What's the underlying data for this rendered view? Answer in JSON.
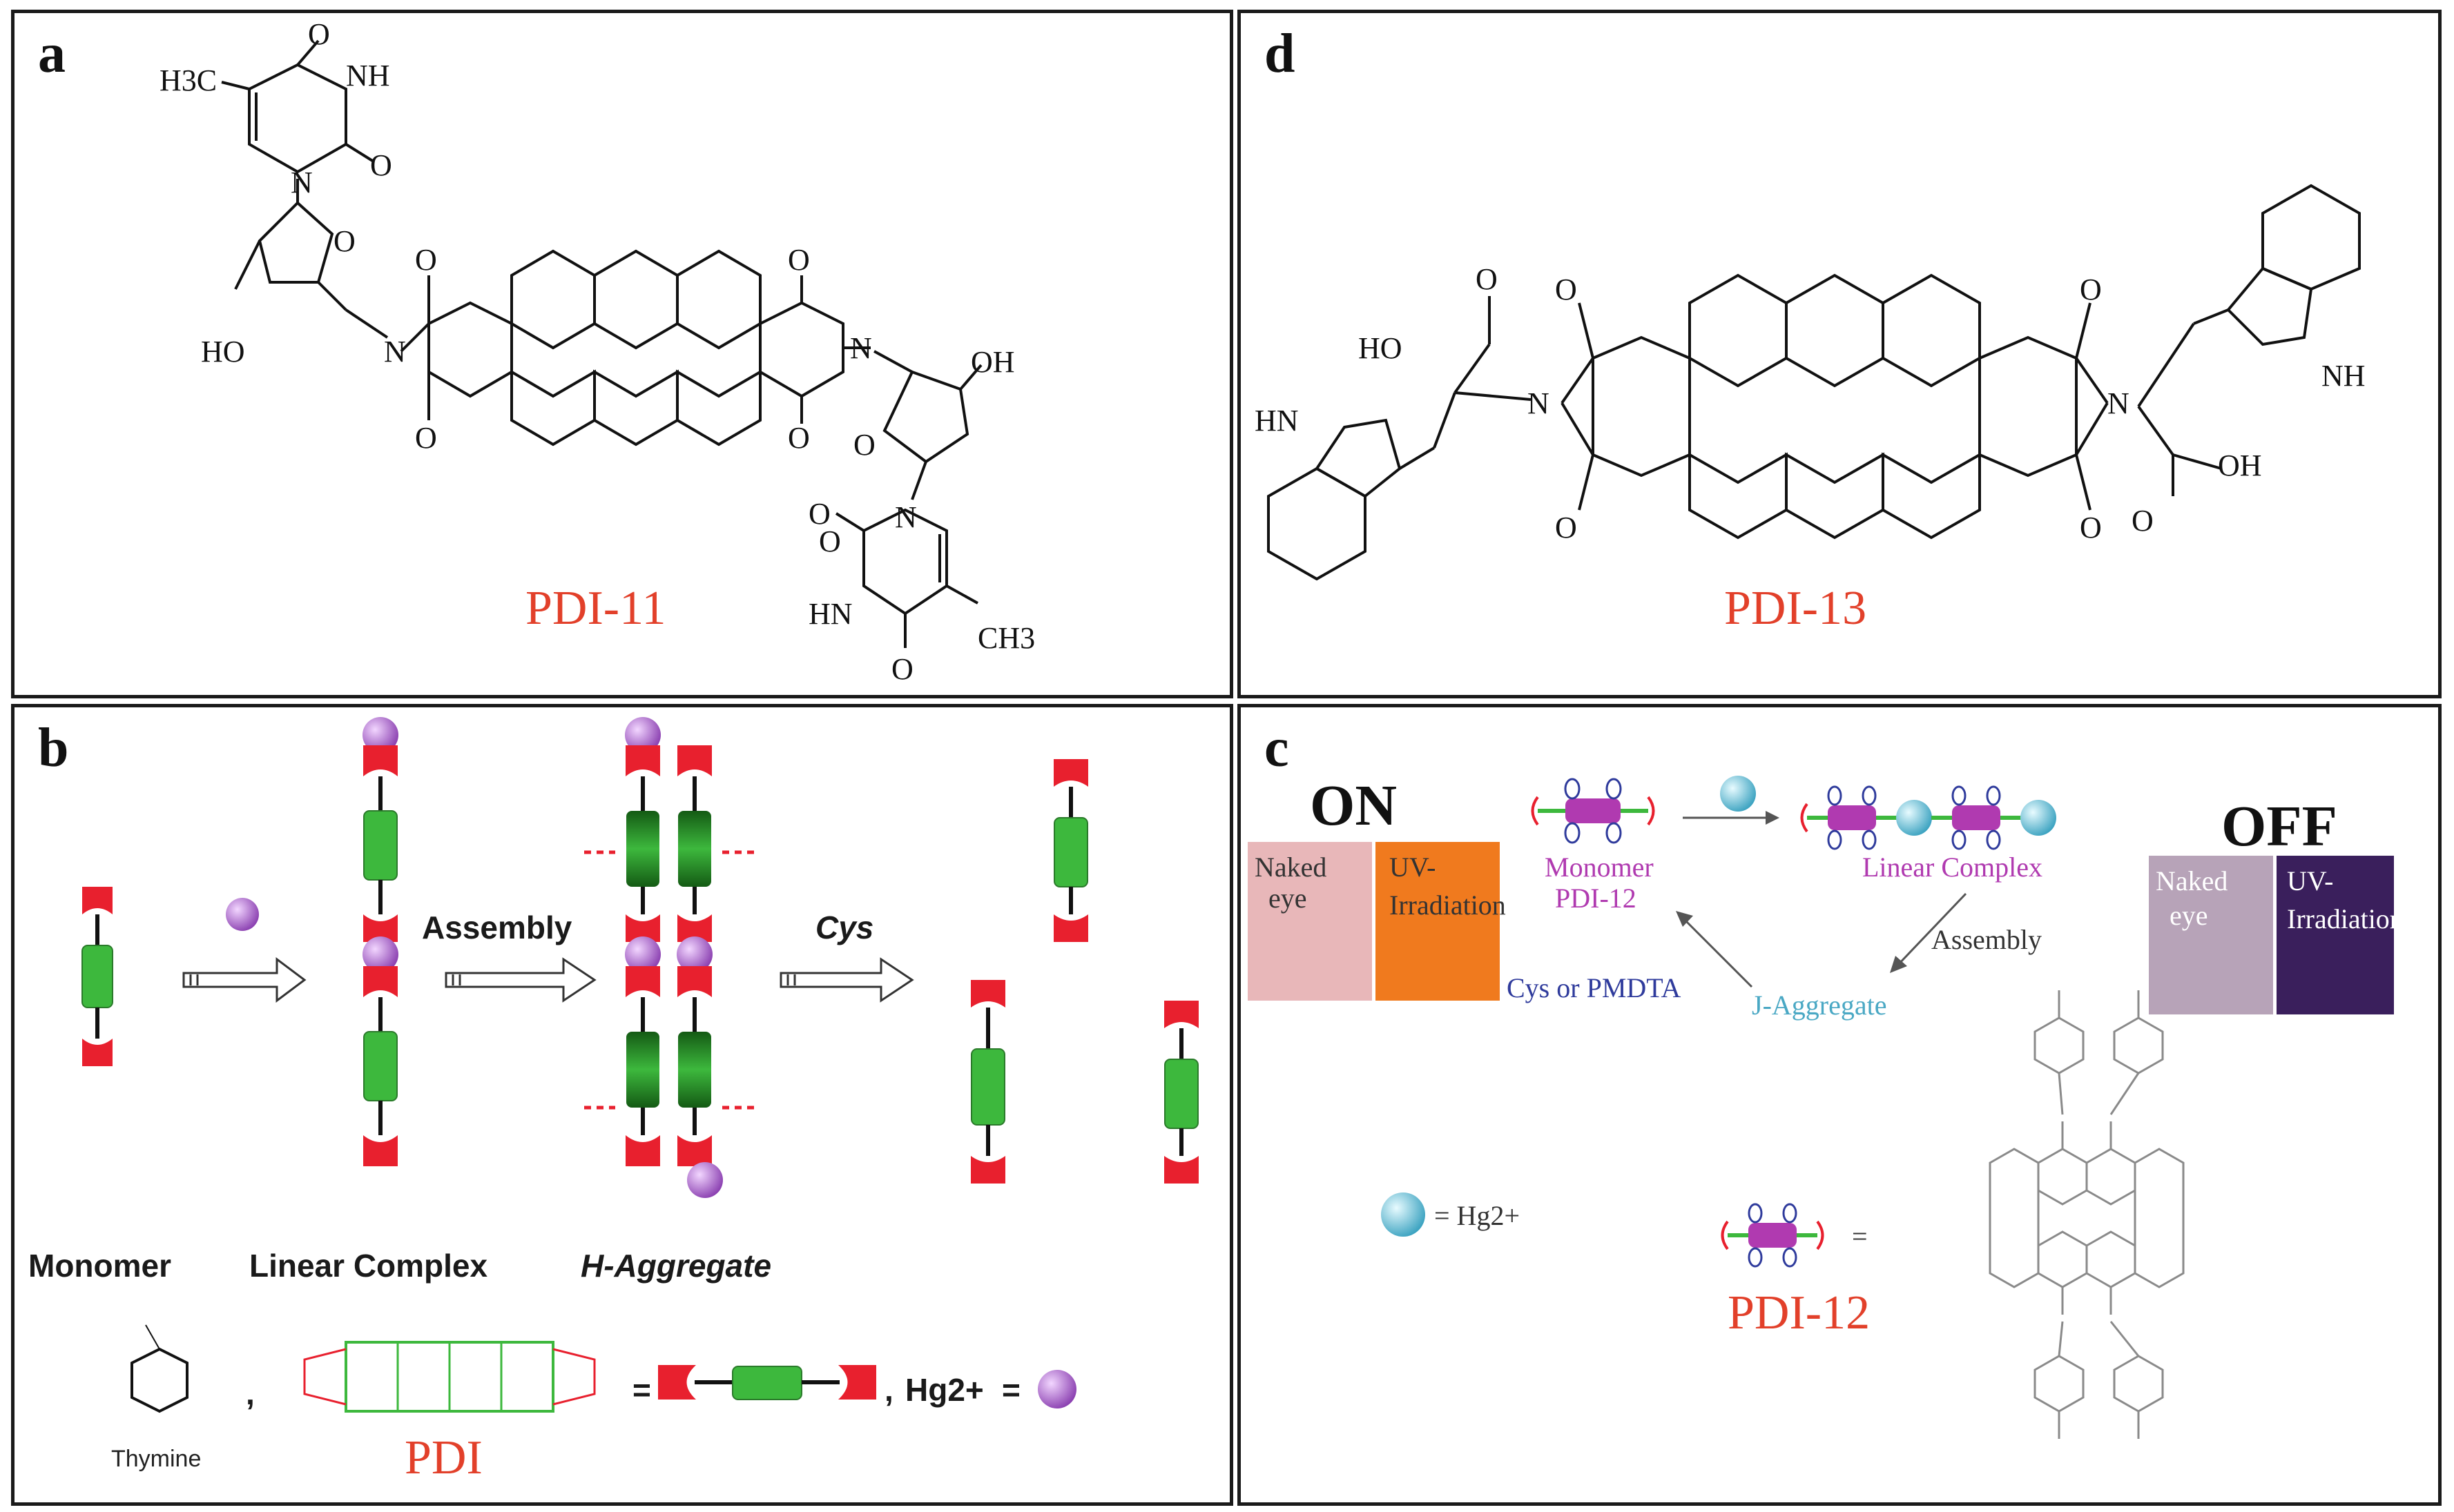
{
  "panels": {
    "a": {
      "label": "a",
      "compound": "PDI-11",
      "atoms": [
        "H3C",
        "NH",
        "O",
        "O",
        "N",
        "O",
        "HO",
        "O",
        "O",
        "N",
        "O",
        "O",
        "N",
        "O",
        "OH",
        "O",
        "N",
        "O",
        "HN",
        "O",
        "CH3"
      ]
    },
    "d": {
      "label": "d",
      "compound": "PDI-13",
      "atoms": [
        "O",
        "HO",
        "O",
        "HN",
        "N",
        "O",
        "O",
        "N",
        "O",
        "NH",
        "O",
        "OH"
      ]
    },
    "b": {
      "label": "b",
      "arrows": [
        "Assembly",
        "Cys"
      ],
      "captions": [
        "Monomer",
        "Linear Complex",
        "H-Aggregate"
      ],
      "legend": {
        "thymine": "Thymine",
        "pdi": "PDI",
        "hg": "Hg2+",
        "equals": "=",
        "comma": ","
      },
      "colors": {
        "red": "#e8202e",
        "green": "#3db83d",
        "dark_green": "#145a14",
        "purple": "#9b52b8"
      }
    },
    "c": {
      "label": "c",
      "on": "ON",
      "off": "OFF",
      "vial_on": [
        "Naked",
        "eye",
        "UV-",
        "Irradiation"
      ],
      "vial_off": [
        "Naked",
        "eye",
        "UV-",
        "Irradiation"
      ],
      "monomer": "Monomer",
      "monomer_id": "PDI-12",
      "linear_complex": "Linear Complex",
      "assembly": "Assembly",
      "cys": "Cys or PMDTA",
      "j_aggregate": "J-Aggregate",
      "hg_legend": "= Hg2+",
      "equals": "=",
      "compound": "PDI-12",
      "colors": {
        "magenta": "#b03ab0",
        "blue": "#2f3b9c",
        "cyan": "#4aa8c4",
        "orange": "#e67a1c",
        "red_text": "#c0392b"
      }
    }
  }
}
